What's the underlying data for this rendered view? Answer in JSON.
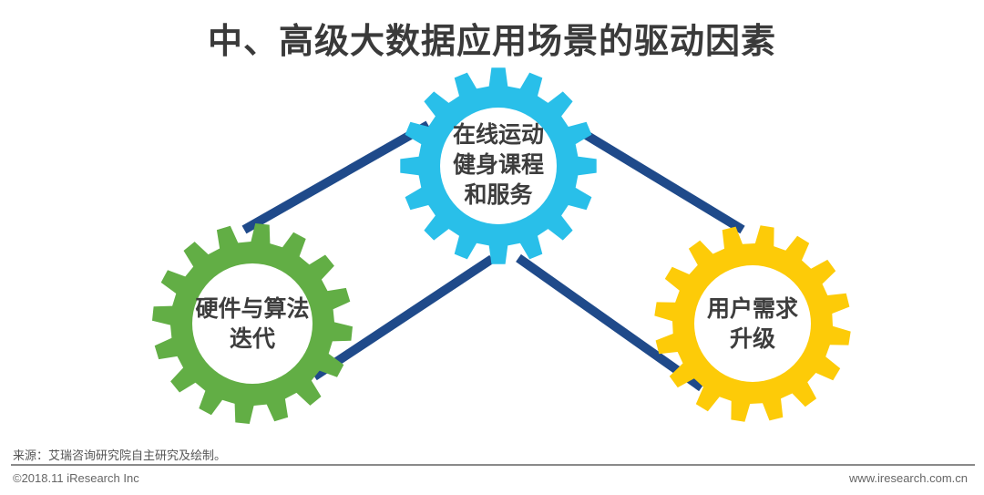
{
  "title": "中、高级大数据应用场景的驱动因素",
  "colors": {
    "gear_blue": "#29bfe9",
    "gear_green": "#62ae45",
    "gear_yellow": "#fdcb08",
    "belt": "#1f4a8a",
    "text": "#3d3d3d"
  },
  "gears": [
    {
      "id": "top",
      "color": "blue",
      "line1": "在线运动",
      "line2": "健身课程",
      "line3": "和服务"
    },
    {
      "id": "left",
      "color": "green",
      "line1": "硬件与算法",
      "line2": "迭代"
    },
    {
      "id": "right",
      "color": "yellow",
      "line1": "用户需求",
      "line2": "升级"
    }
  ],
  "footer": {
    "source": "来源：艾瑞咨询研究院自主研究及绘制。",
    "copyright": "©2018.11 iResearch Inc",
    "website": "www.iresearch.com.cn"
  }
}
